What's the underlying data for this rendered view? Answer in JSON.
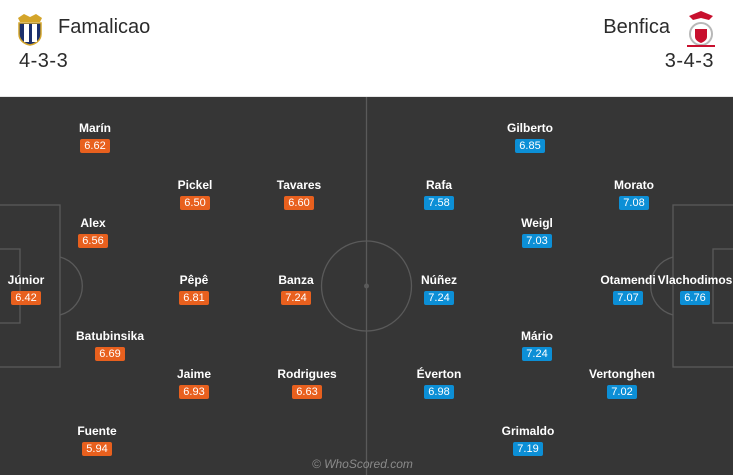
{
  "home": {
    "name": "Famalicao",
    "formation": "4-3-3",
    "badge_icon": "famalicao-crest-icon",
    "rating_color": "#e8601e"
  },
  "away": {
    "name": "Benfica",
    "formation": "3-4-3",
    "badge_icon": "benfica-crest-icon",
    "rating_color": "#0c8fd6"
  },
  "home_players": [
    {
      "name": "Júnior",
      "rating": "6.42"
    },
    {
      "name": "Marín",
      "rating": "6.62"
    },
    {
      "name": "Alex",
      "rating": "6.56"
    },
    {
      "name": "Batubinsika",
      "rating": "6.69"
    },
    {
      "name": "Fuente",
      "rating": "5.94"
    },
    {
      "name": "Pickel",
      "rating": "6.50"
    },
    {
      "name": "Pêpê",
      "rating": "6.81"
    },
    {
      "name": "Jaime",
      "rating": "6.93"
    },
    {
      "name": "Tavares",
      "rating": "6.60"
    },
    {
      "name": "Banza",
      "rating": "7.24"
    },
    {
      "name": "Rodrigues",
      "rating": "6.63"
    }
  ],
  "away_players": [
    {
      "name": "Vlachodimos",
      "rating": "6.76"
    },
    {
      "name": "Morato",
      "rating": "7.08"
    },
    {
      "name": "Otamendi",
      "rating": "7.07"
    },
    {
      "name": "Vertonghen",
      "rating": "7.02"
    },
    {
      "name": "Gilberto",
      "rating": "6.85"
    },
    {
      "name": "Weigl",
      "rating": "7.03"
    },
    {
      "name": "Mário",
      "rating": "7.24"
    },
    {
      "name": "Grimaldo",
      "rating": "7.19"
    },
    {
      "name": "Rafa",
      "rating": "7.58"
    },
    {
      "name": "Núñez",
      "rating": "7.24"
    },
    {
      "name": "Éverton",
      "rating": "6.98"
    }
  ],
  "watermark": "© WhoScored.com"
}
